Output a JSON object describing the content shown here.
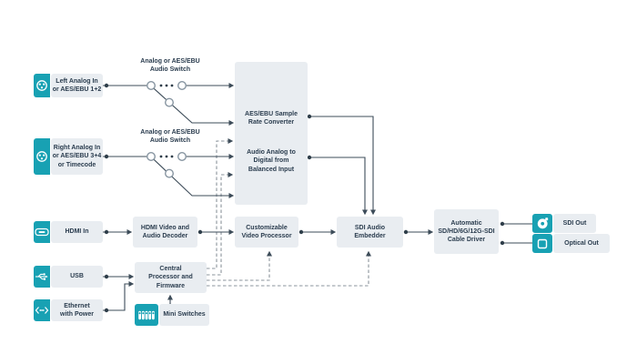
{
  "diagram": {
    "inputs": {
      "left_analog": {
        "label": "Left Analog In\nor AES/EBU 1+2",
        "icon": "xlr-icon"
      },
      "right_analog": {
        "label": "Right Analog In\nor AES/EBU 3+4\nor Timecode",
        "icon": "xlr-icon"
      },
      "hdmi": {
        "label": "HDMI In",
        "icon": "hdmi-icon"
      },
      "usb": {
        "label": "USB",
        "icon": "usb-icon"
      },
      "ethernet": {
        "label": "Ethernet\nwith Power",
        "icon": "ethernet-icon"
      }
    },
    "switches": {
      "switch1_label": "Analog or AES/EBU\nAudio Switch",
      "switch2_label": "Analog or AES/EBU\nAudio Switch"
    },
    "processors": {
      "sample_rate_converter": "AES/EBU Sample\nRate Converter",
      "audio_adc": "Audio Analog to\nDigital from\nBalanced Input",
      "hdmi_decoder": "HDMI Video and\nAudio Decoder",
      "video_processor": "Customizable\nVideo Processor",
      "cpu": "Central\nProcessor and\nFirmware",
      "mini_switches": {
        "label": "Mini Switches",
        "icon": "dip-switch-icon"
      },
      "sdi_embedder": "SDI Audio\nEmbedder",
      "cable_driver": "Automatic\nSD/HD/6G/12G-SDI\nCable Driver"
    },
    "outputs": {
      "sdi_out": {
        "label": "SDI Out",
        "icon": "bnc-connector-icon"
      },
      "optical_out": {
        "label": "Optical Out",
        "icon": "optical-connector-icon"
      }
    },
    "colors": {
      "accent_teal": "#18a1b3",
      "box_fill": "#e9edf1",
      "text": "#2b3d4f",
      "solid_line": "#3d4c59",
      "dashed_line": "#8b949c"
    }
  }
}
